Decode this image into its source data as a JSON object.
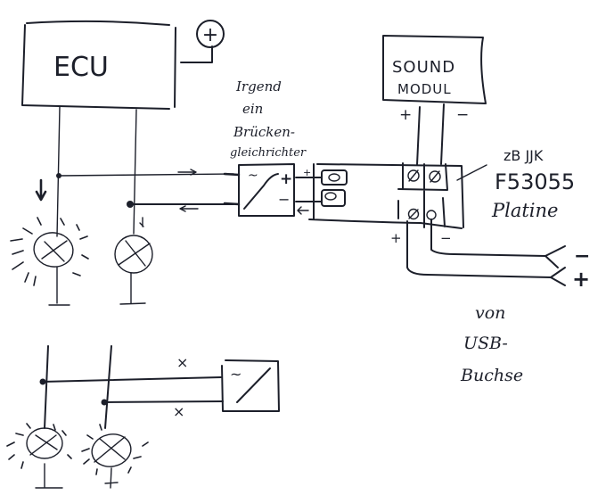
{
  "diagram": {
    "ecu": {
      "label": "ECU",
      "supply_symbol": "+"
    },
    "converter_note": [
      "Irgend",
      "ein",
      "Brücken-",
      "gleichrichter"
    ],
    "converter": {
      "ac_symbol": "~",
      "plus": "+",
      "minus": "−"
    },
    "sound_module": {
      "line1": "SOUND",
      "line2": "MODUL",
      "plus": "+",
      "minus": "−"
    },
    "board_note": [
      "zB JJK",
      "F53055",
      "Platine"
    ],
    "board_terminals": {
      "output_plus": "+",
      "output_minus": "−",
      "small_plus": "+"
    },
    "usb_connector": {
      "minus": "−",
      "plus": "+"
    },
    "usb_note": [
      "von",
      "USB-",
      "Buchse"
    ],
    "bottom_wire_marks": [
      "×",
      "×"
    ],
    "bottom_converter": {
      "ac_symbol": "~"
    }
  }
}
